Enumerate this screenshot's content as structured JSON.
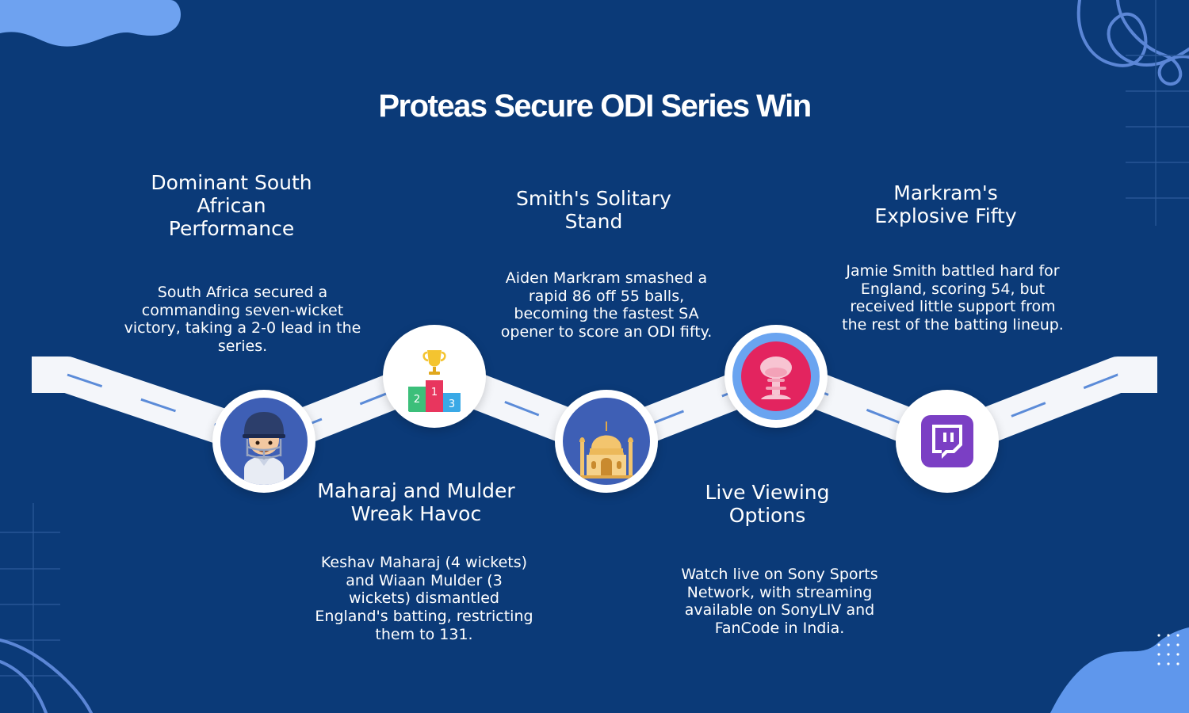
{
  "title": "Proteas Secure ODI Series Win",
  "colors": {
    "background": "#0b3a78",
    "road": "#f4f6fa",
    "dash": "#5b8bd8",
    "decor": "#4c8fea"
  },
  "milestones": [
    {
      "heading": "Dominant South African Performance",
      "text": "South Africa secured a commanding seven-wicket victory, taking a 2-0 lead in the series.",
      "icon": "cricketer-helmet-icon"
    },
    {
      "heading": "Maharaj and Mulder Wreak Havoc",
      "text": "Keshav Maharaj (4 wickets) and Wiaan Mulder (3 wickets) dismantled England's batting, restricting them to 131.",
      "icon": "podium-trophy-icon"
    },
    {
      "heading": "Smith's Solitary Stand",
      "text": "Aiden Markram smashed a rapid 86 off 55 balls, becoming the fastest SA opener to score an ODI fifty.",
      "icon": "taj-mahal-icon"
    },
    {
      "heading": "Live Viewing Options",
      "text": "Watch live on Sony Sports Network, with streaming available on SonyLIV and FanCode in India.",
      "icon": "explosion-icon"
    },
    {
      "heading": "Markram's Explosive Fifty",
      "text": "Jamie Smith battled hard for England, scoring 54, but received little support from the rest of the batting lineup.",
      "icon": "twitch-icon"
    }
  ],
  "podium_numbers": [
    "2",
    "1",
    "3"
  ]
}
